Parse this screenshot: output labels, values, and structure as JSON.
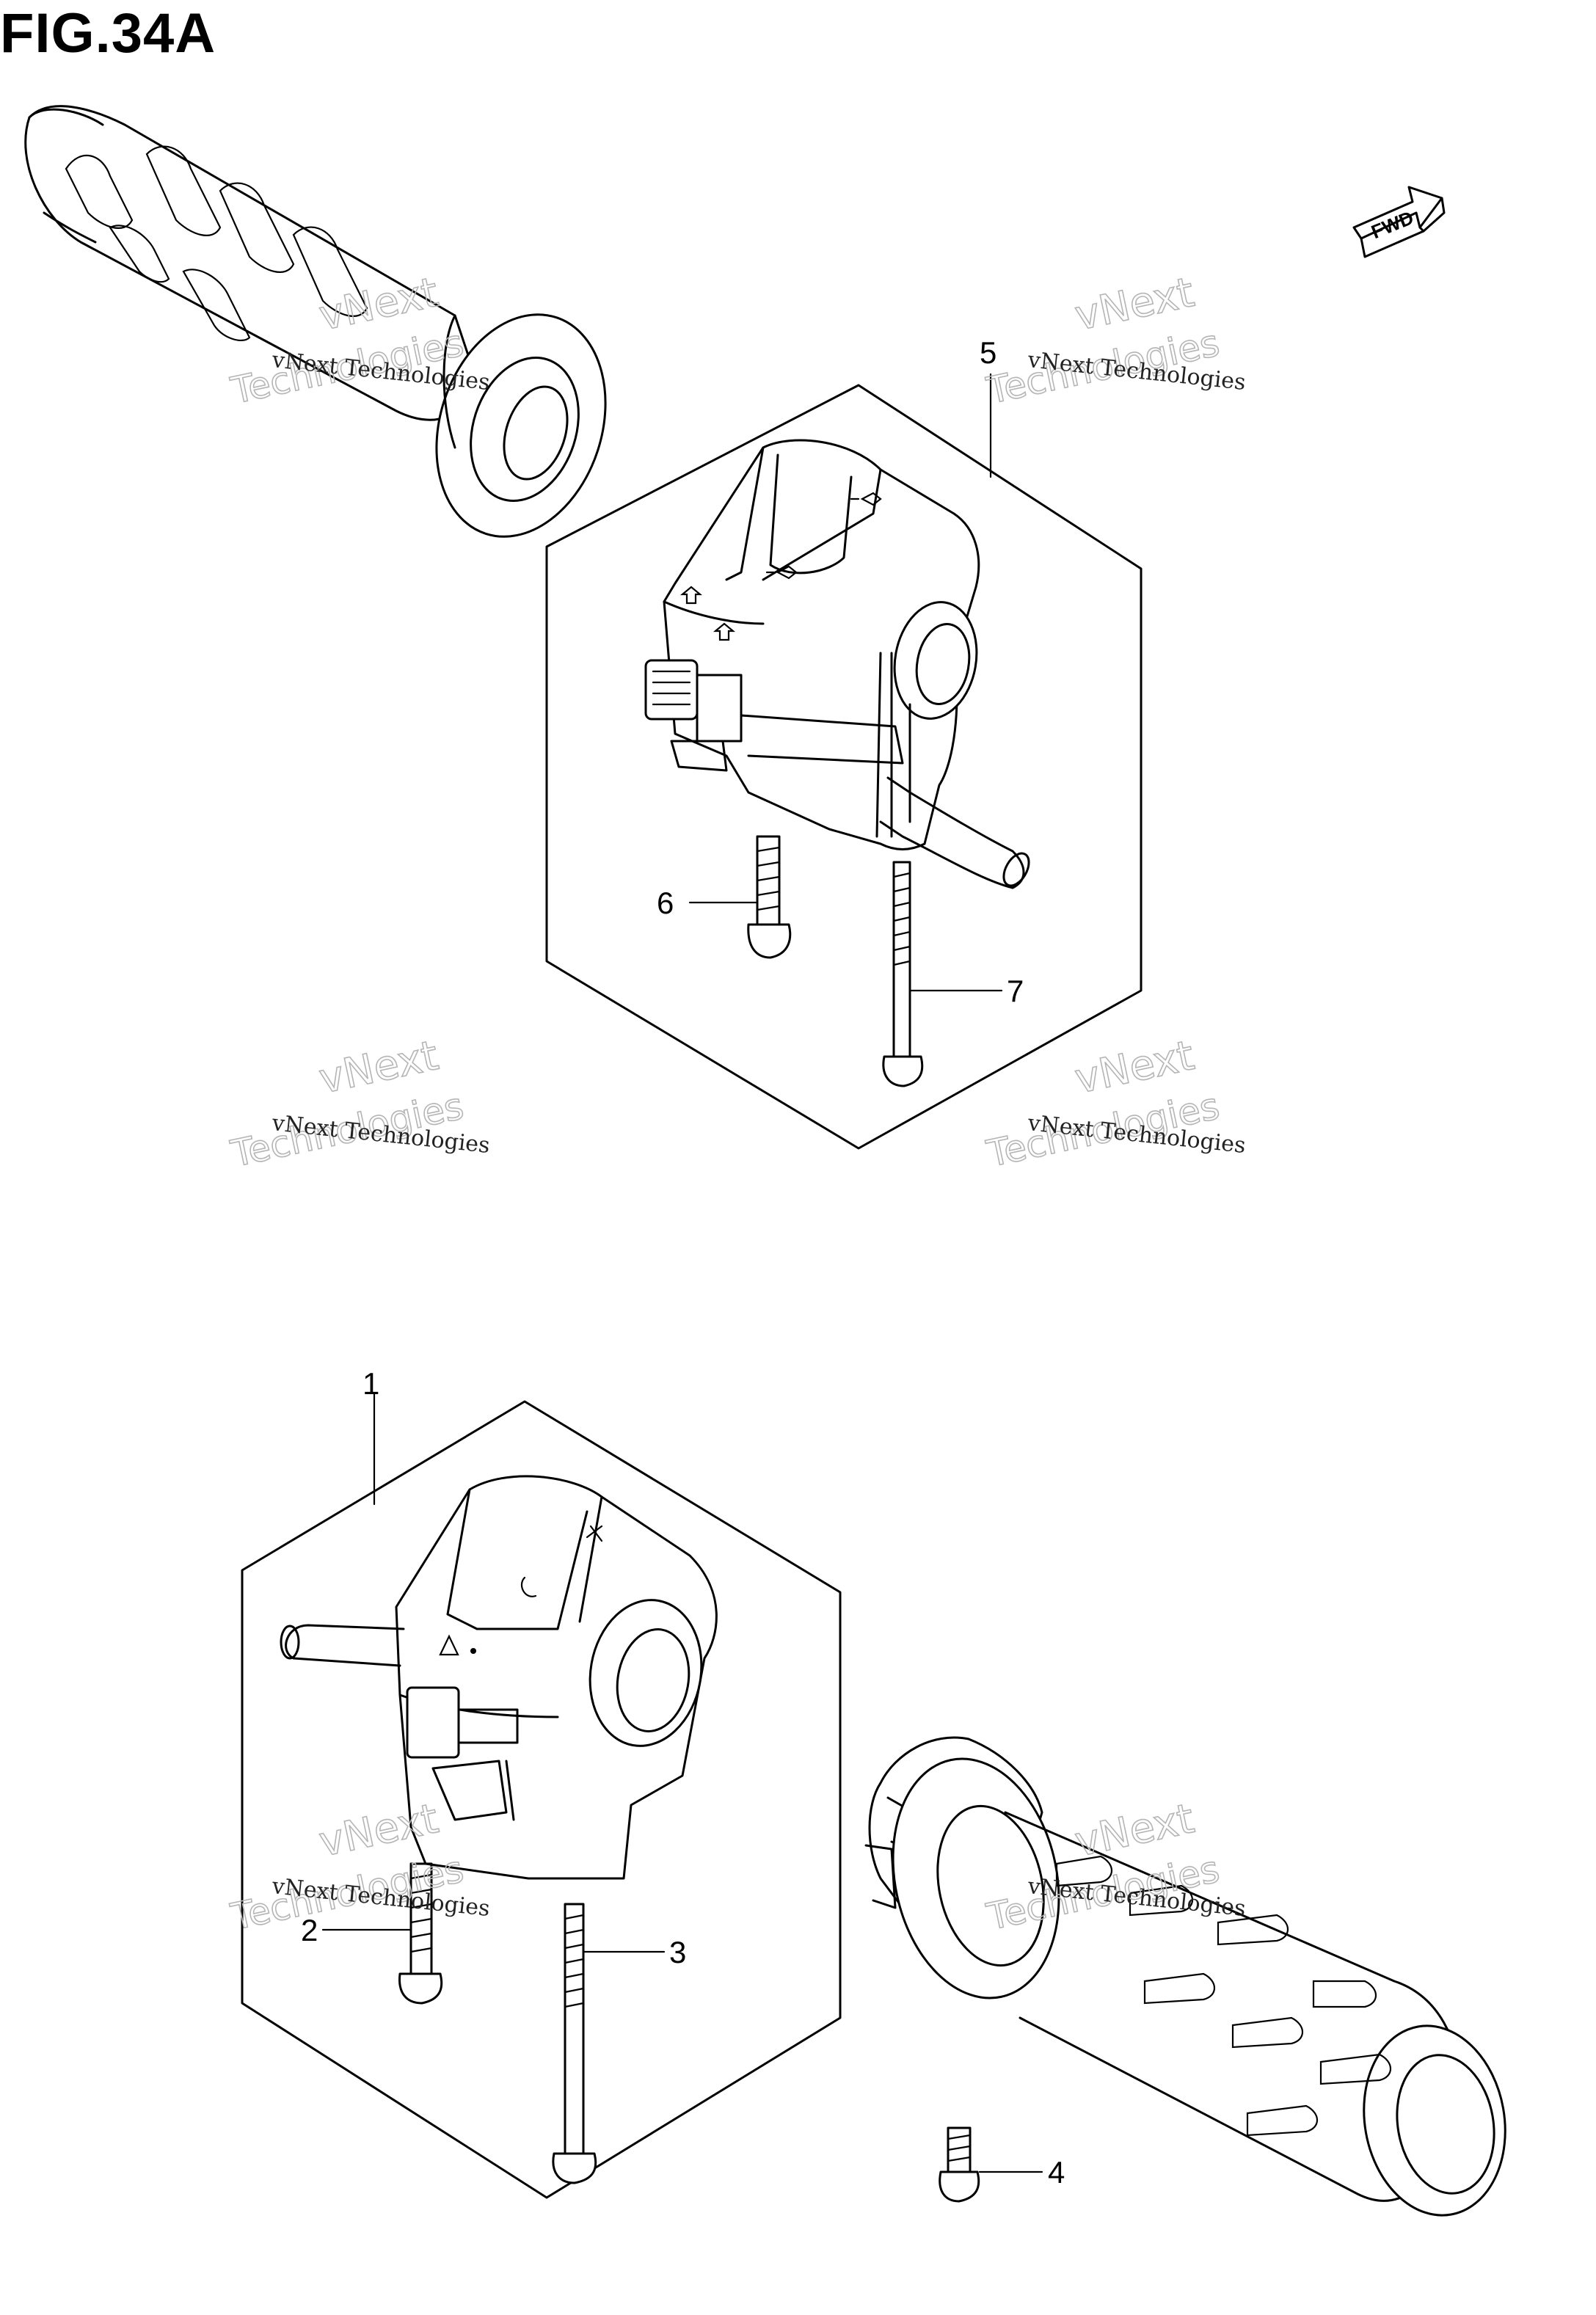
{
  "figure": {
    "title": "FIG.34A",
    "fwd_label": "FWD"
  },
  "callouts": [
    {
      "id": "1",
      "label": "1"
    },
    {
      "id": "2",
      "label": "2"
    },
    {
      "id": "3",
      "label": "3"
    },
    {
      "id": "4",
      "label": "4"
    },
    {
      "id": "5",
      "label": "5"
    },
    {
      "id": "6",
      "label": "6"
    },
    {
      "id": "7",
      "label": "7"
    }
  ],
  "watermark": {
    "small": "vNext Technologies",
    "line1": "vNext",
    "line2": "Technologies"
  },
  "colors": {
    "line": "#000000",
    "background": "#ffffff",
    "watermark": "#b5b5b5"
  }
}
